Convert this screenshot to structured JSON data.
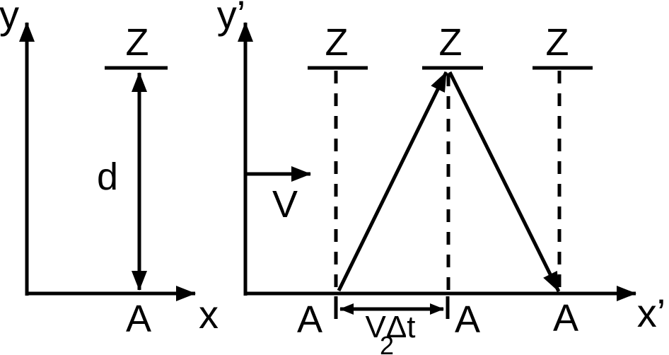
{
  "figure_type": "light-clock-time-dilation-diagram",
  "colors": {
    "background": "#ffffff",
    "ink": "#000000"
  },
  "left_frame": {
    "y_axis_label": "y",
    "x_axis_label": "x",
    "mirror_label": "Z",
    "origin_label": "A",
    "separation_label": "d"
  },
  "right_frame": {
    "y_axis_label": "y’",
    "x_axis_label": "x’",
    "velocity_label": "V",
    "mirror_labels": [
      "Z",
      "Z",
      "Z"
    ],
    "origin_labels": [
      "A",
      "A",
      "A"
    ],
    "base_distance": {
      "numerator": "VΔt",
      "denominator": "2"
    }
  }
}
